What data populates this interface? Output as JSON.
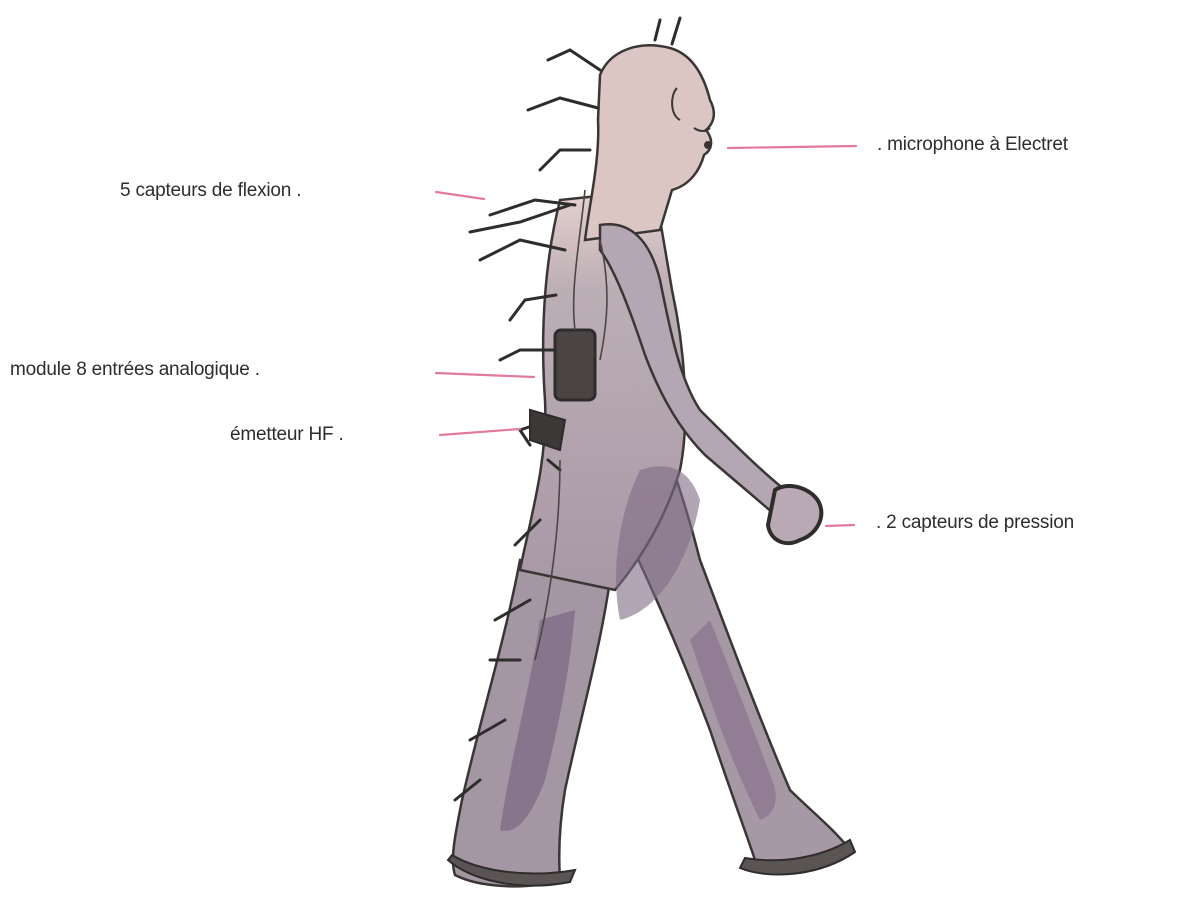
{
  "labels": {
    "microphone": ". microphone à Electret",
    "flexion": "5 capteurs de flexion .",
    "module": "module 8 entrées analogique .",
    "emetteur": "émetteur HF .",
    "pression": ". 2 capteurs de pression"
  },
  "colors": {
    "leader_line": "#e07aa0",
    "suit_base": "#a99aa6",
    "suit_shadow": "#7f6a86",
    "skin": "#ddc6c4",
    "outline": "#3a3636",
    "label_text": "#2d2d2d"
  }
}
